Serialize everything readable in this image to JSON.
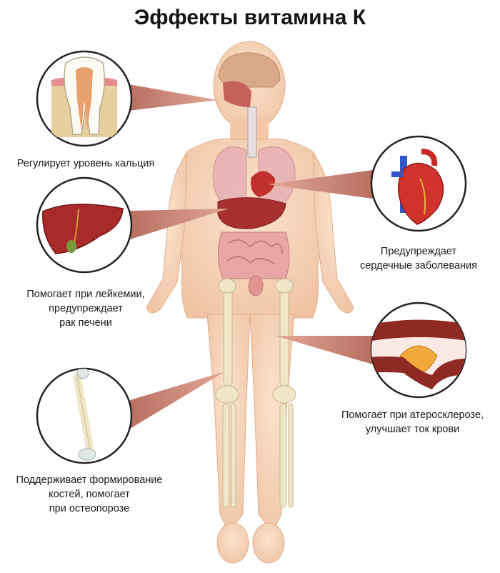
{
  "title": "Эффекты витамина К",
  "effects": [
    {
      "name": "calcium",
      "icon": "tooth-icon",
      "lines": [
        "Регулирует уровень кальция"
      ]
    },
    {
      "name": "liver",
      "icon": "liver-icon",
      "lines": [
        "Помогает при лейкемии,",
        "предупреждает",
        "рак печени"
      ]
    },
    {
      "name": "bone",
      "icon": "bone-icon",
      "lines": [
        "Поддерживает формирование",
        "костей, помогает",
        "при остеопорозе"
      ]
    },
    {
      "name": "heart",
      "icon": "heart-icon",
      "lines": [
        "Предупреждает",
        "сердечные заболевания"
      ]
    },
    {
      "name": "vessel",
      "icon": "blood-vessel-icon",
      "lines": [
        "Помогает при атеросклерозе,",
        "улучшает ток крови"
      ]
    }
  ],
  "colors": {
    "skin": "#f5d3b8",
    "skin_shade": "#e8b896",
    "pointer": "#c5806f",
    "circle_border": "#222222",
    "organ_red": "#b03030",
    "bone": "#efe6c8"
  }
}
